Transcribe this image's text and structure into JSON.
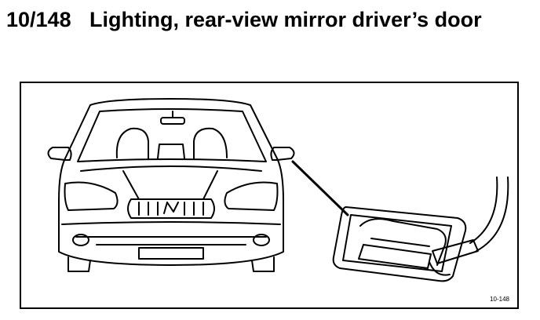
{
  "heading": {
    "number": "10/148",
    "title": "Lighting, rear-view mirror driver’s door"
  },
  "figure": {
    "ref": "10-148",
    "line_color": "#000000",
    "background": "#ffffff"
  }
}
